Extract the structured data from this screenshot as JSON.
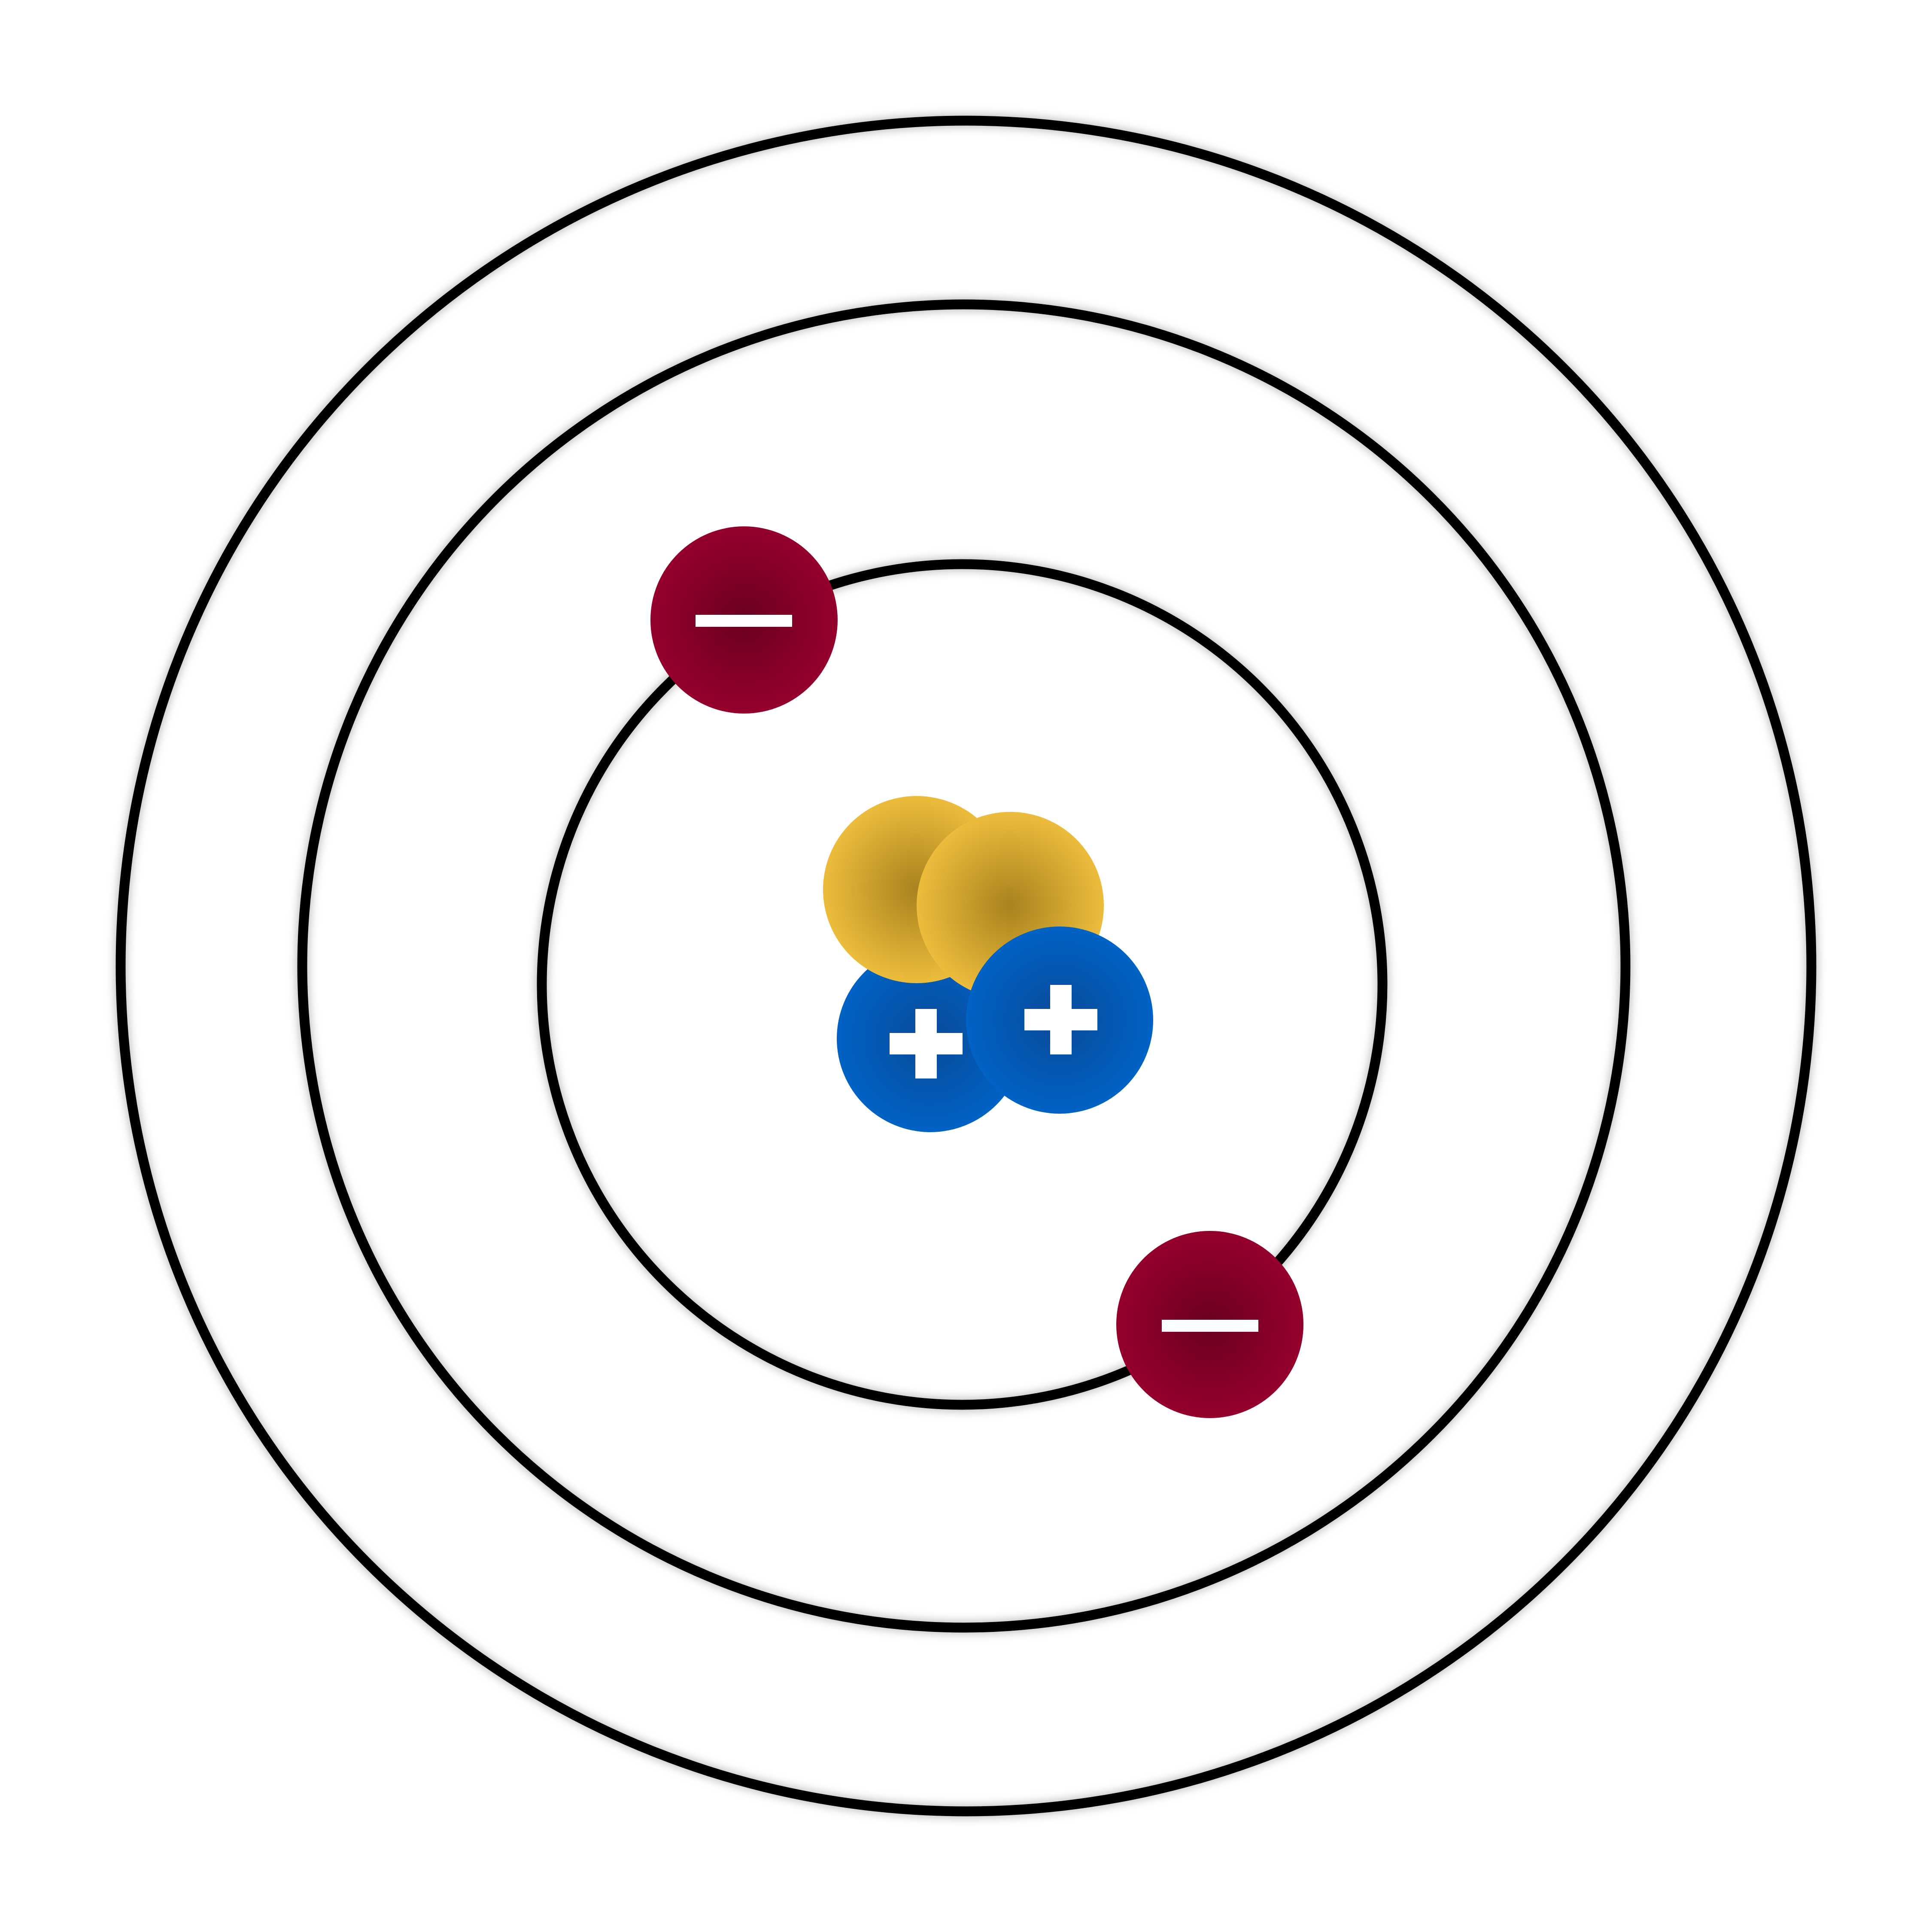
{
  "diagram": {
    "type": "bohr-atom-model",
    "colors": {
      "background": "#ffffff",
      "orbit": "#000000",
      "electron_outer": "#95002c",
      "electron_inner": "#6b0020",
      "proton_outer": "#0062c4",
      "proton_inner": "#0a4a9a",
      "neutron_outer": "#ecbc3c",
      "neutron_inner": "#a8821e",
      "sign": "#ffffff"
    },
    "orbits": [
      {
        "name": "outer-shell"
      },
      {
        "name": "middle-shell"
      },
      {
        "name": "inner-shell"
      }
    ],
    "nucleus": {
      "protons": 2,
      "neutrons": 2
    },
    "electrons": 2,
    "particles": [
      {
        "type": "proton",
        "charge": "+"
      },
      {
        "type": "neutron",
        "charge": ""
      },
      {
        "type": "neutron",
        "charge": ""
      },
      {
        "type": "proton",
        "charge": "+"
      },
      {
        "type": "electron",
        "charge": "−"
      },
      {
        "type": "electron",
        "charge": "−"
      }
    ]
  }
}
